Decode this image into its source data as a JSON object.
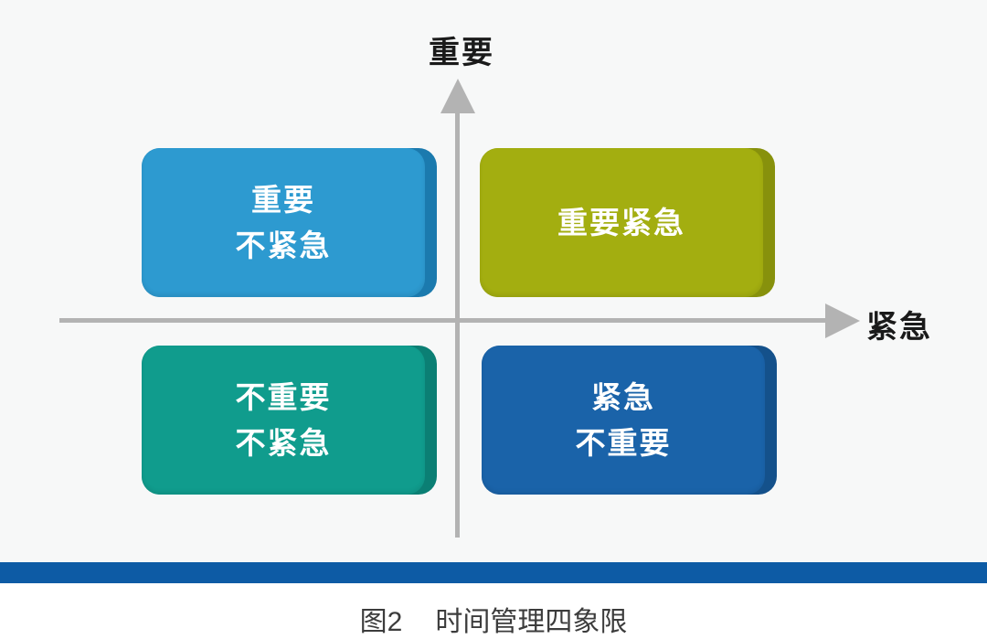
{
  "axes": {
    "y_label": "重要",
    "x_label": "紧急",
    "line_color": "#b3b3b3"
  },
  "quadrants": [
    {
      "id": "important-not-urgent",
      "lines": [
        "重要",
        "不紧急"
      ],
      "color": "#2d9ad0",
      "edge_color": "#1b7aae"
    },
    {
      "id": "important-urgent",
      "lines": [
        "重要紧急"
      ],
      "color": "#a3ae10",
      "edge_color": "#87910c"
    },
    {
      "id": "not-important-not-urgent",
      "lines": [
        "不重要",
        "不紧急"
      ],
      "color": "#109c8d",
      "edge_color": "#0b7f74"
    },
    {
      "id": "urgent-not-important",
      "lines": [
        "紧急",
        "不重要"
      ],
      "color": "#1a63a9",
      "edge_color": "#14518b"
    }
  ],
  "divider_bar_color": "#0d5ba5",
  "caption": {
    "prefix": "图2",
    "title": "时间管理四象限"
  }
}
